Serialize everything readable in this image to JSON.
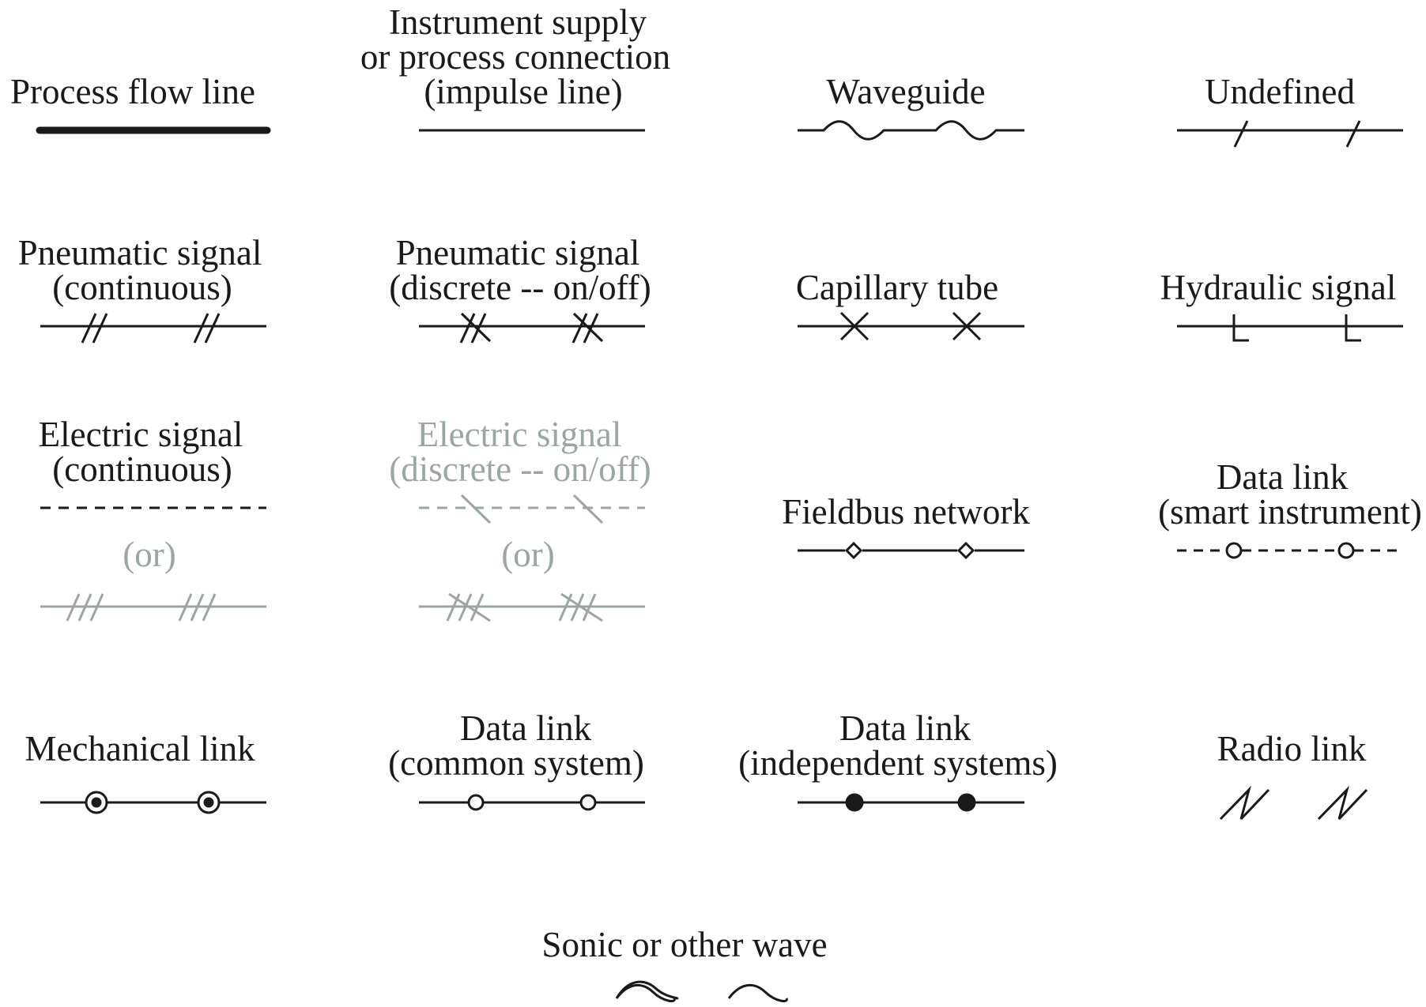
{
  "colors": {
    "ink": "#1a1a1a",
    "gray": "#9aa6a2",
    "background": "#ffffff"
  },
  "symbols": {
    "process_flow_line": {
      "label": "Process flow line",
      "icon": "thick-line"
    },
    "instrument_supply": {
      "label_lines": [
        "Instrument supply",
        "or process connection",
        "(impulse line)"
      ],
      "icon": "plain-line"
    },
    "waveguide": {
      "label": "Waveguide",
      "icon": "line-with-sine-humps"
    },
    "undefined": {
      "label": "Undefined",
      "icon": "line-with-single-slashes"
    },
    "pneumatic_continuous": {
      "label_lines": [
        "Pneumatic signal",
        "(continuous)"
      ],
      "icon": "line-with-double-slashes"
    },
    "pneumatic_discrete": {
      "label_lines": [
        "Pneumatic signal",
        "(discrete -- on/off)"
      ],
      "icon": "line-with-double-slash-and-backslash"
    },
    "capillary_tube": {
      "label": "Capillary tube",
      "icon": "line-with-x-marks"
    },
    "hydraulic_signal": {
      "label": "Hydraulic signal",
      "icon": "line-with-l-marks"
    },
    "electric_continuous": {
      "label_lines": [
        "Electric signal",
        "(continuous)"
      ],
      "or_label": "(or)",
      "icon": "dashed-line-or-triple-slash-line"
    },
    "electric_discrete": {
      "label_lines": [
        "Electric signal",
        "(discrete -- on/off)"
      ],
      "or_label": "(or)",
      "icon": "dashed-line-with-backslash-or-triple-slash-backslash-line"
    },
    "fieldbus_network": {
      "label": "Fieldbus network",
      "icon": "line-with-diamonds"
    },
    "data_link_smart": {
      "label_lines": [
        "Data link",
        "(smart instrument)"
      ],
      "icon": "dashed-line-with-circles"
    },
    "mechanical_link": {
      "label": "Mechanical link",
      "icon": "line-with-dotted-circles"
    },
    "data_link_common": {
      "label_lines": [
        "Data link",
        "(common system)"
      ],
      "icon": "line-with-open-circles"
    },
    "data_link_independent": {
      "label_lines": [
        "Data link",
        "(independent systems)"
      ],
      "icon": "line-with-filled-circles"
    },
    "radio_link": {
      "label": "Radio link",
      "icon": "lightning-marks"
    },
    "sonic_wave": {
      "label": "Sonic or other wave",
      "icon": "tilde-waves"
    }
  }
}
